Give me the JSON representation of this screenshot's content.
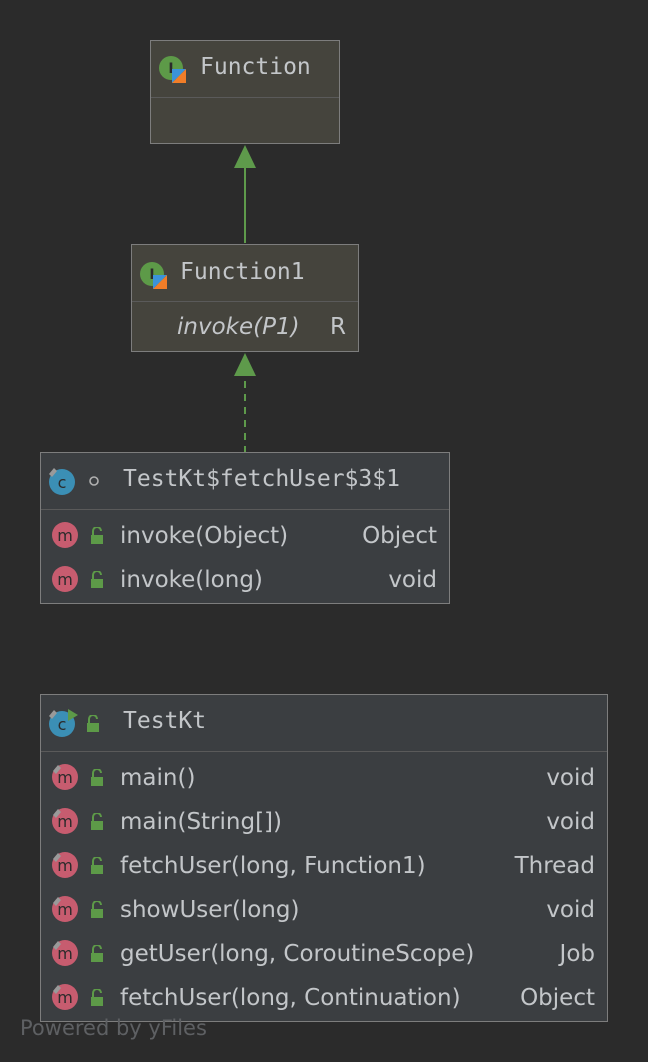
{
  "nodes": {
    "function": {
      "name": "Function"
    },
    "function1": {
      "name": "Function1",
      "method": {
        "name": "invoke(P1)",
        "return": "R"
      }
    },
    "anon": {
      "name": "TestKt$fetchUser$3$1",
      "methods": [
        {
          "name": "invoke(Object)",
          "return": "Object"
        },
        {
          "name": "invoke(long)",
          "return": "void"
        }
      ]
    },
    "testkt": {
      "name": "TestKt",
      "methods": [
        {
          "name": "main()",
          "return": "void"
        },
        {
          "name": "main(String[])",
          "return": "void"
        },
        {
          "name": "fetchUser(long, Function1)",
          "return": "Thread"
        },
        {
          "name": "showUser(long)",
          "return": "void"
        },
        {
          "name": "getUser(long, CoroutineScope)",
          "return": "Job"
        },
        {
          "name": "fetchUser(long, Continuation)",
          "return": "Object"
        }
      ]
    }
  },
  "icons": {
    "interface": "interface-icon",
    "class": "class-icon",
    "method": "method-icon",
    "public": "public-lock-icon"
  },
  "colors": {
    "background": "#2b2b2b",
    "interface_fill": "#45443d",
    "class_fill": "#3b3e41",
    "edge": "#5e9a4b",
    "method_badge": "#c75c6f",
    "class_badge": "#3b8fb5",
    "interface_badge": "#5d9a48"
  },
  "footer": "Powered by yFiles"
}
